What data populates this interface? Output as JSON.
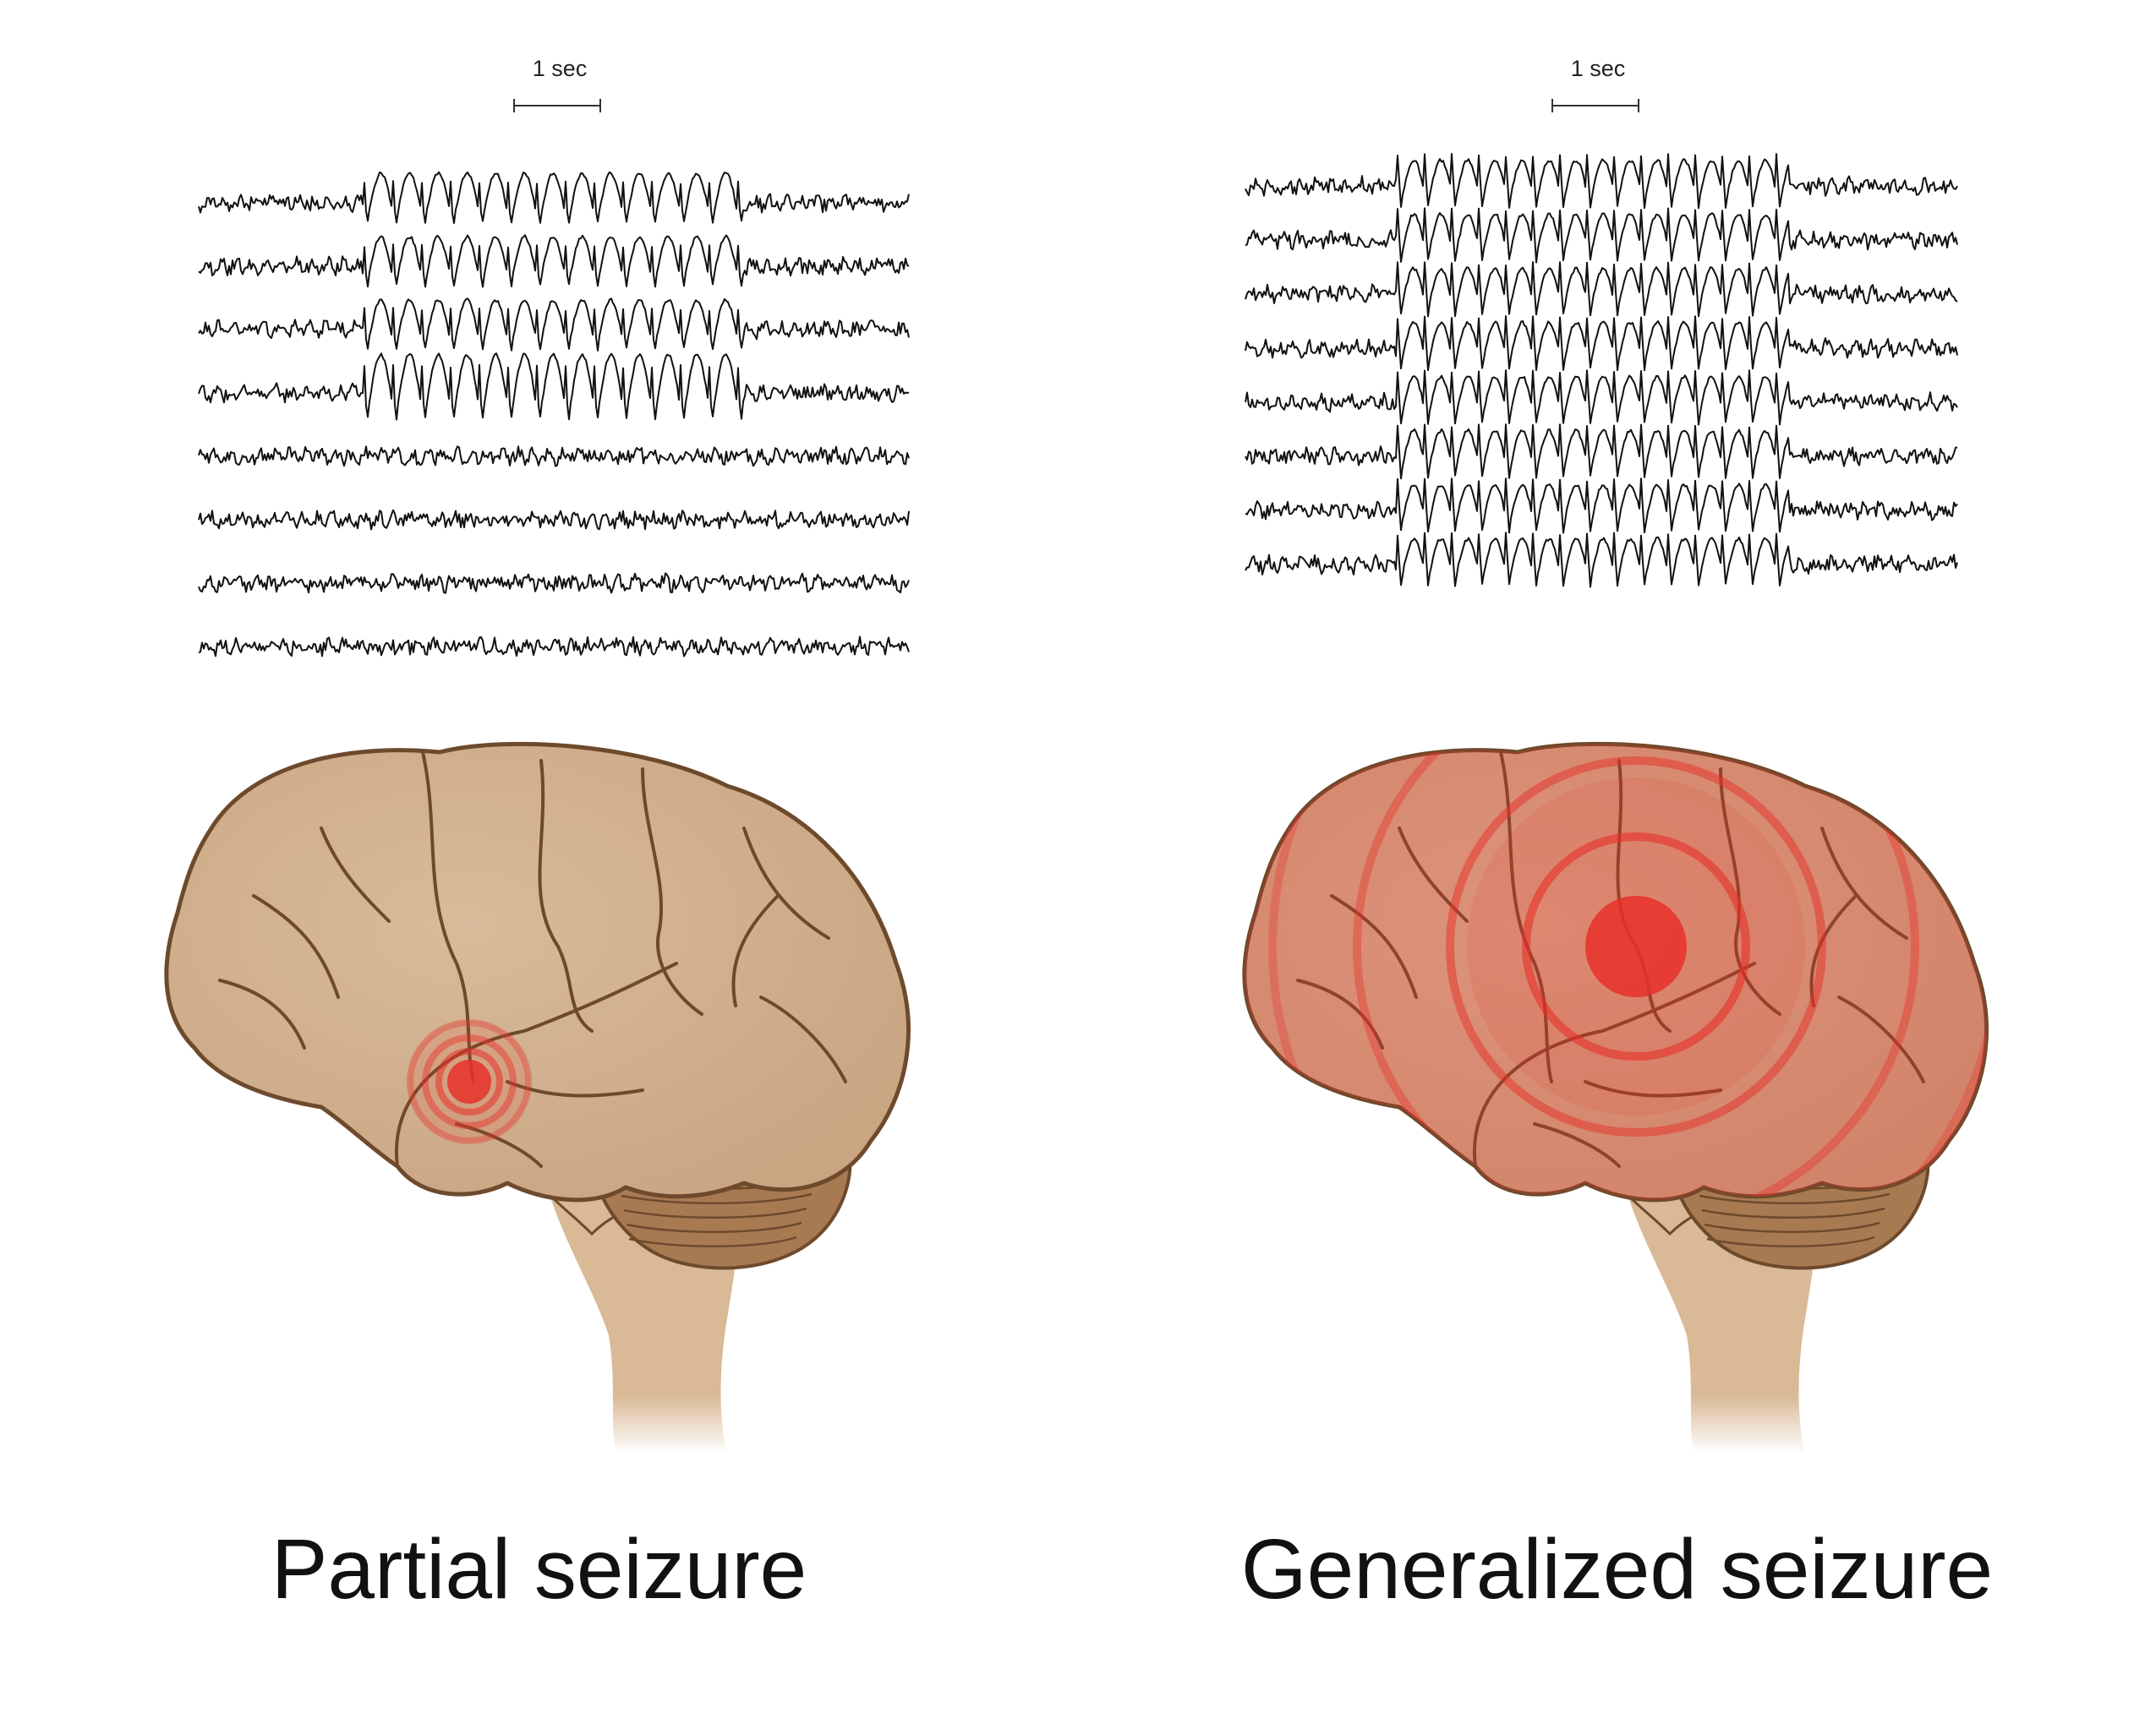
{
  "panels": [
    {
      "id": "partial",
      "caption": "Partial seizure",
      "scale_label": "1 sec",
      "seizure_channels": [
        0,
        1,
        2,
        3
      ],
      "focus": "small"
    },
    {
      "id": "generalized",
      "caption": "Generalized seizure",
      "scale_label": "1 sec",
      "seizure_channels": [
        0,
        1,
        2,
        3,
        4,
        5,
        6,
        7
      ],
      "focus": "large"
    }
  ],
  "colors": {
    "brain_fill": "#c9a582",
    "brain_light": "#d8bb9a",
    "brain_outline": "#6e4a2c",
    "cerebellum": "#a87a52",
    "stem": "#d9b996",
    "focus_red": "#e8302a",
    "trace": "#111111"
  }
}
